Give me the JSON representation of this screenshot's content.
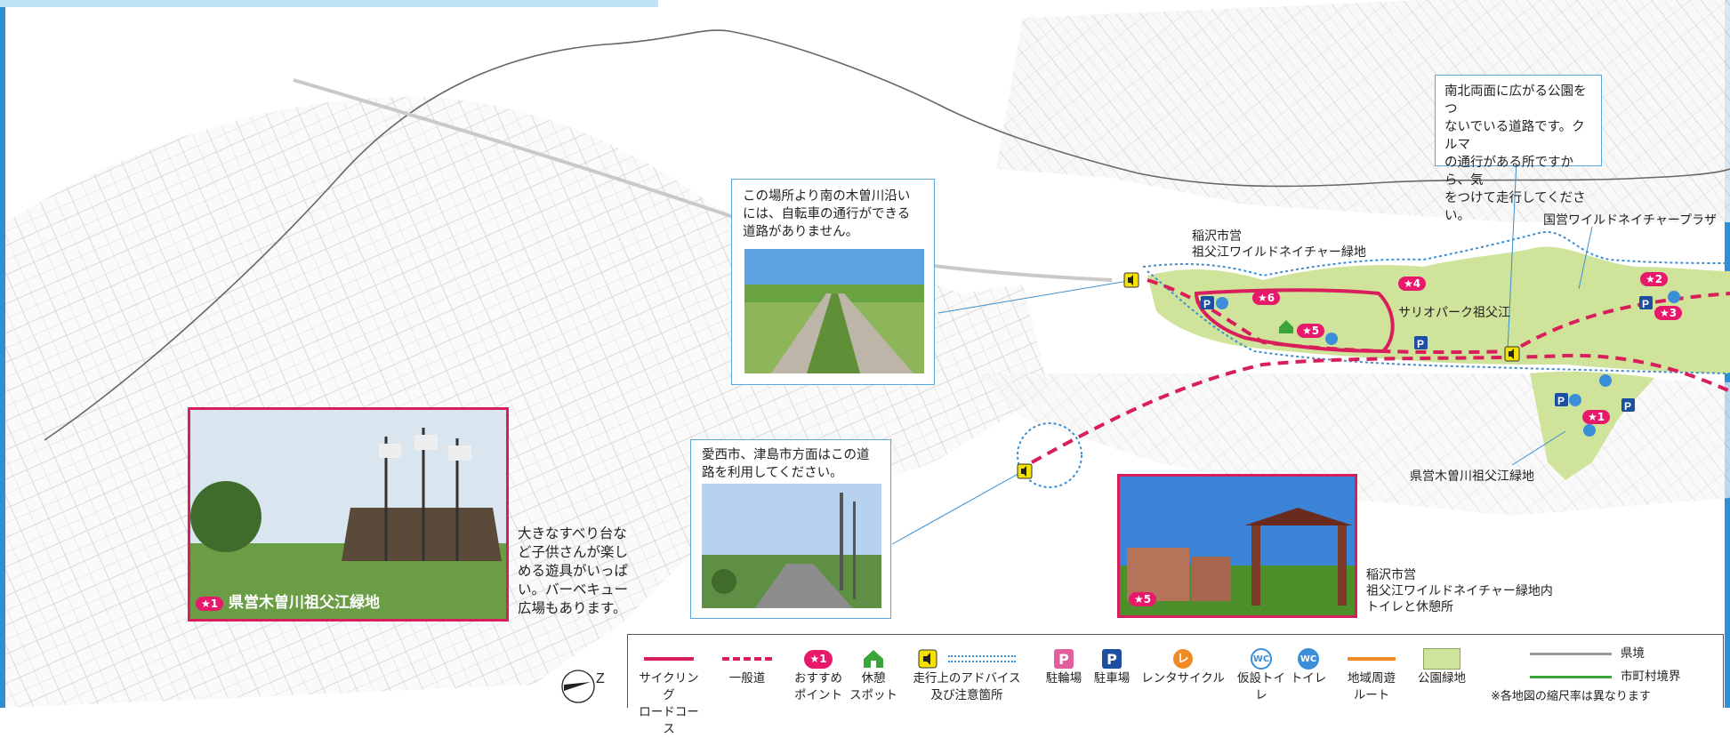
{
  "callouts": {
    "road_note": "南北両面に広がる公園をつ\nないでいる道路です。クルマ\nの通行がある所ですから、気\nをつけて走行してください。",
    "south_note": "この場所より南の木曽川沿い\nには、自転車の通行ができる\n道路がありません。",
    "aisai_note": "愛西市、津島市方面はこの道\n路を利用してください。"
  },
  "map_labels": {
    "inazawa_green": "稲沢市営\n祖父江ワイルドネイチャー緑地",
    "national_plaza": "国営ワイルドネイチャープラザ",
    "sanrio_park": "サリオパーク祖父江",
    "prefectural_green": "県営木曽川祖父江緑地"
  },
  "point_badges": [
    "★1",
    "★2",
    "★3",
    "★4",
    "★5",
    "★6"
  ],
  "photos": {
    "playground_caption": "県営木曽川祖父江緑地",
    "playground_badge": "★1",
    "playground_desc": "大きなすべり台な\nど子供さんが楽し\nめる遊具がいっぱ\nい。バーベキュー\n広場もあります。",
    "rest_badge": "★5",
    "rest_caption": "稲沢市営\n祖父江ワイルドネイチャー緑地内\nトイレと休憩所"
  },
  "legend": {
    "items": [
      {
        "label": "サイクリング\nロードコース",
        "symbol": "solid-red-line"
      },
      {
        "label": "一般道",
        "symbol": "dashed-red-line"
      },
      {
        "label": "おすすめ\nポイント",
        "symbol": "★1"
      },
      {
        "label": "休憩\nスポット",
        "symbol": "rest-icon"
      },
      {
        "label": "走行上のアドバイス\n及び注意箇所",
        "symbol": "advice-icon"
      },
      {
        "label": "駐輪場",
        "symbol": "P"
      },
      {
        "label": "駐車場",
        "symbol": "P"
      },
      {
        "label": "レンタサイクル",
        "symbol": "レ"
      },
      {
        "label": "仮設トイレ",
        "symbol": "WC"
      },
      {
        "label": "トイレ",
        "symbol": "WC"
      },
      {
        "label": "地域周遊\nルート",
        "symbol": "orange-line"
      },
      {
        "label": "公園緑地",
        "symbol": "green-box"
      }
    ],
    "prefecture_border": "県境",
    "city_border": "市町村境界",
    "scale_note": "※各地図の縮尺率は異なります"
  },
  "colors": {
    "frame": "#2e8fd6",
    "cycling_route": "#d81e5b",
    "park_green": "#cfe39a",
    "accent_pink": "#e6196b",
    "parking_blue": "#1d4fa0",
    "callout_border": "#5aa7dc"
  }
}
